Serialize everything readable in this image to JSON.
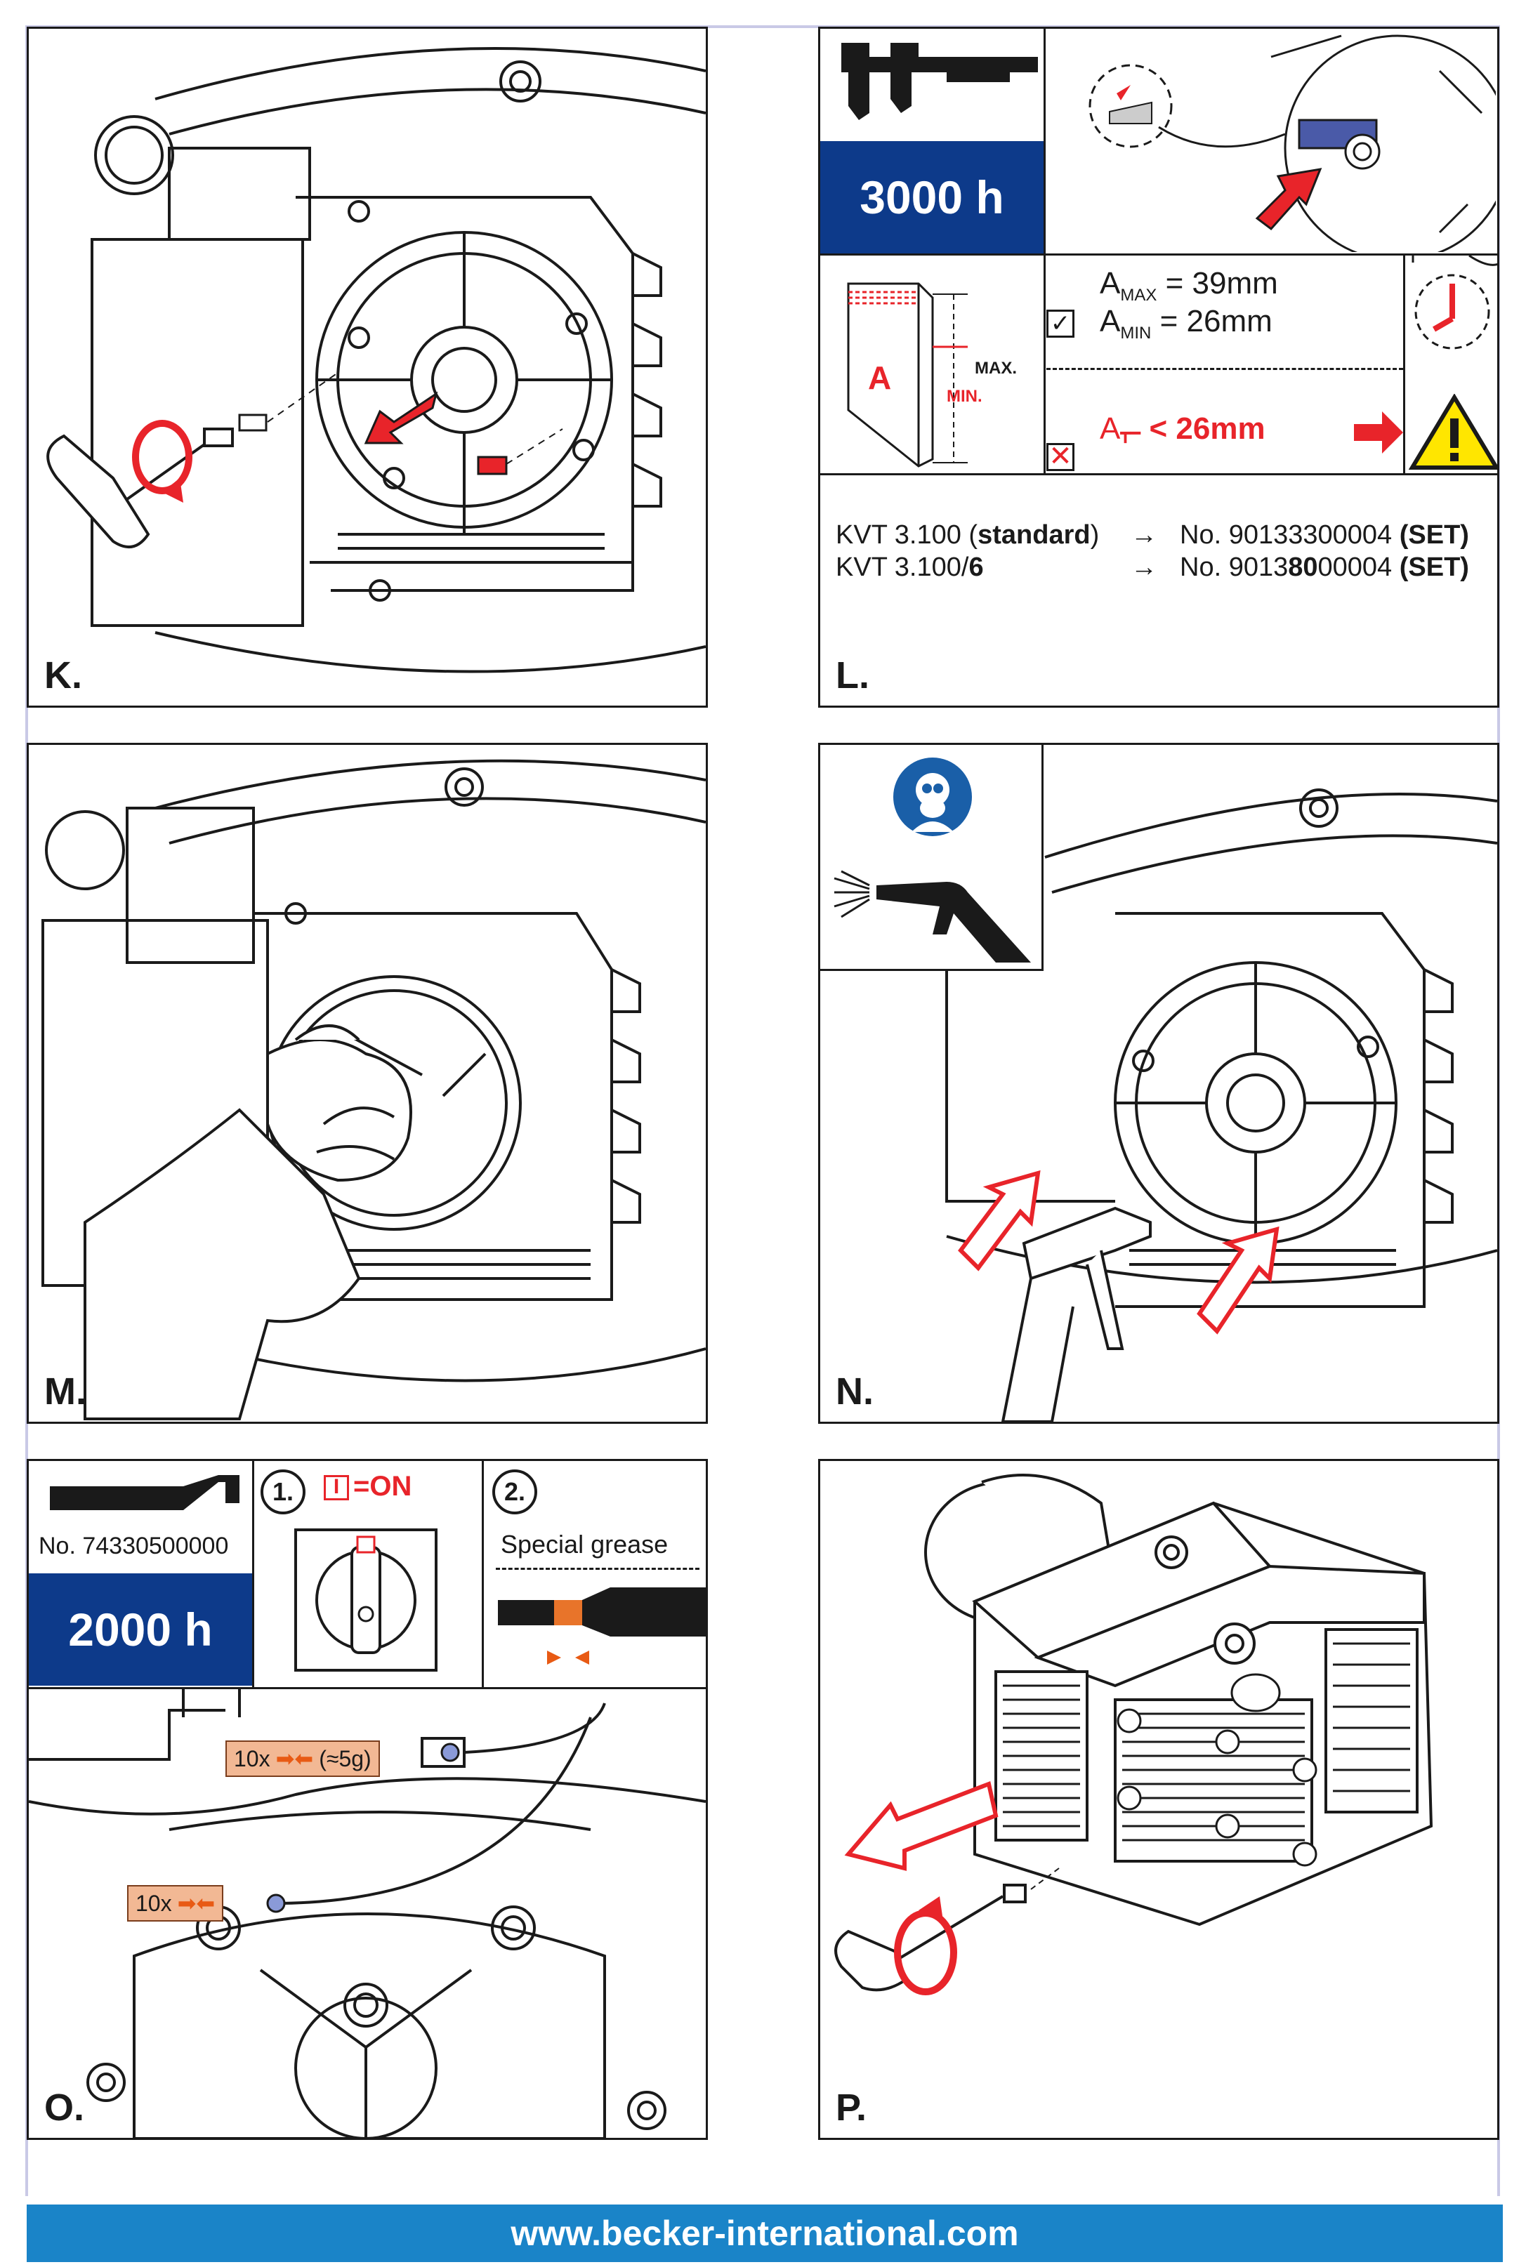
{
  "panels": {
    "K": {
      "label": "K."
    },
    "L": {
      "label": "L.",
      "interval": "3000 h",
      "a_max_a": "A",
      "a_max_sub": "MAX",
      "a_max_val": "= 39mm",
      "a_min_a": "A",
      "a_min_sub": "MIN",
      "a_min_val": "= 26mm",
      "diagram_a": "A",
      "diagram_max": "MAX.",
      "diagram_min": "MIN.",
      "warn_a": "A",
      "warn_val": "< 26mm",
      "parts": [
        {
          "model_pre": "KVT 3.100 (",
          "model_bold": "standard",
          "model_post": ")",
          "arrow": "→",
          "no_pre": "No. 90133300004 ",
          "no_bold": "",
          "no_post": "",
          "set": "(SET)"
        },
        {
          "model_pre": "KVT 3.100/",
          "model_bold": "6",
          "model_post": "",
          "arrow": "→",
          "no_pre": "No. 9013",
          "no_bold": "80",
          "no_post": "00004 ",
          "set": "(SET)"
        }
      ]
    },
    "M": {
      "label": "M."
    },
    "N": {
      "label": "N."
    },
    "O": {
      "label": "O.",
      "interval": "2000 h",
      "grease_part_no": "No. 74330500000",
      "step1": "1.",
      "step1_on": "=ON",
      "step2": "2.",
      "step2_text": "Special grease",
      "note1_count": "10x",
      "note1_amount": "(≈5g)",
      "note2_count": "10x"
    },
    "P": {
      "label": "P."
    }
  },
  "footer": {
    "url": "www.becker-international.com"
  },
  "colors": {
    "brand_blue": "#0d3a8a",
    "footer_blue": "#1a84c8",
    "warning_red": "#e8242a",
    "orange": "#e85a14",
    "note_fill": "#f2b894"
  }
}
